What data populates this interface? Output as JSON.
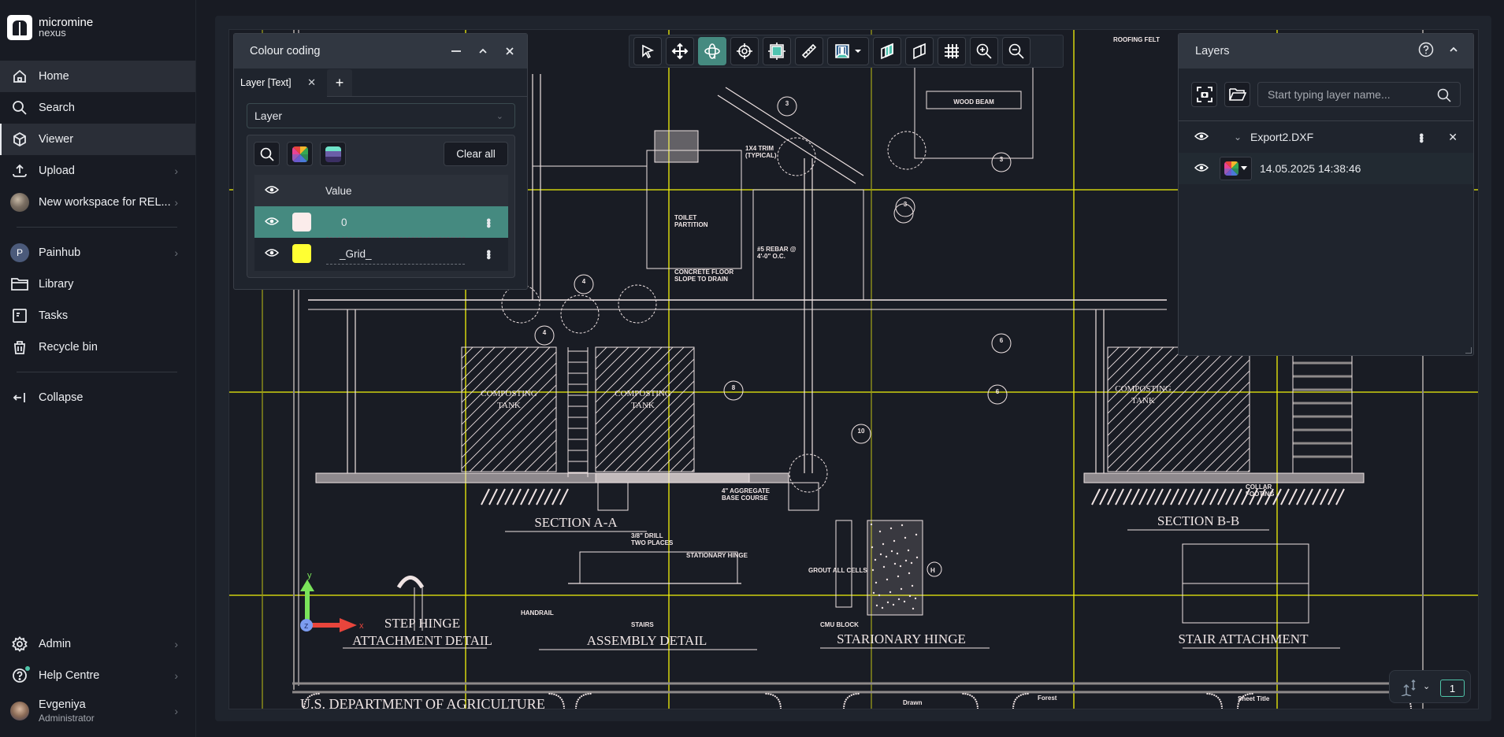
{
  "app": {
    "brand_line1": "micromine",
    "brand_line2": "nexus"
  },
  "sidebar": {
    "items": [
      {
        "label": "Home",
        "icon": "home-icon"
      },
      {
        "label": "Search",
        "icon": "search-icon"
      },
      {
        "label": "Viewer",
        "icon": "cube-icon"
      },
      {
        "label": "Upload",
        "icon": "upload-icon"
      },
      {
        "label": "New workspace for REL...",
        "icon": "workspace-avatar"
      },
      {
        "label": "Painhub",
        "icon": "avatar-letter",
        "avatar_letter": "P"
      },
      {
        "label": "Library",
        "icon": "folder-icon"
      },
      {
        "label": "Tasks",
        "icon": "tasks-icon"
      },
      {
        "label": "Recycle bin",
        "icon": "trash-icon"
      },
      {
        "label": "Collapse",
        "icon": "collapse-icon"
      }
    ],
    "bottom": [
      {
        "label": "Admin",
        "icon": "gear-icon"
      },
      {
        "label": "Help Centre",
        "icon": "help-icon"
      }
    ],
    "user": {
      "name": "Evgeniya",
      "role": "Administrator"
    }
  },
  "colour_coding": {
    "title": "Colour coding",
    "tab_label": "Layer [Text]",
    "add_tab": "+",
    "select_value": "Layer",
    "clear_all": "Clear all",
    "column_value": "Value",
    "rows": [
      {
        "value": "0",
        "color": "#fbeceb",
        "selected": true
      },
      {
        "value": "_Grid_",
        "color": "#ffff33",
        "selected": false
      }
    ]
  },
  "toolbar": {
    "tools": [
      "select",
      "pan",
      "orbit",
      "focus",
      "fit-to-screen",
      "measure",
      "view-cube",
      "section-box",
      "clip-plane",
      "grid",
      "zoom-in",
      "zoom-out"
    ],
    "active": "orbit"
  },
  "layers": {
    "title": "Layers",
    "search_placeholder": "Start typing layer name...",
    "file": "Export2.DXF",
    "sublayer": "14.05.2025 14:38:46"
  },
  "axis_widget": {
    "value": "1",
    "x_label": "x",
    "y_label": "y",
    "z_label": "z"
  },
  "drawing": {
    "titles": [
      "SECTION A-A",
      "SECTION B-B",
      "STEP HINGE",
      "ATTACHMENT DETAIL",
      "ASSEMBLY DETAIL",
      "STARIONARY HINGE",
      "STAIR ATTACHMENT"
    ],
    "labels": [
      "COMPOSTING",
      "TANK",
      "COMPOSTING",
      "TANK",
      "COMPOSTING",
      "TANK",
      "TOILET",
      "PARTITION",
      "CONCRETE FLOOR",
      "SLOPE TO DRAIN",
      "WOOD BEAM",
      "ROOFING FELT",
      "U.S. DEPARTMENT OF AGRICULTURE",
      "Drawn",
      "Forest",
      "Sheet Title",
      "4\" AGGREGATE BASE COURSE",
      "CMU BLOCK",
      "GROUT ALL CELLS",
      "COLLAR FOOTING",
      "1x4 TRIM (TYPICAL)",
      "#5 REBAR @ 4'-0\" O.C.",
      "STATIONARY HINGE",
      "HANDRAIL",
      "STAIRS",
      "3/8\" DRILL TWO PLACES"
    ]
  }
}
